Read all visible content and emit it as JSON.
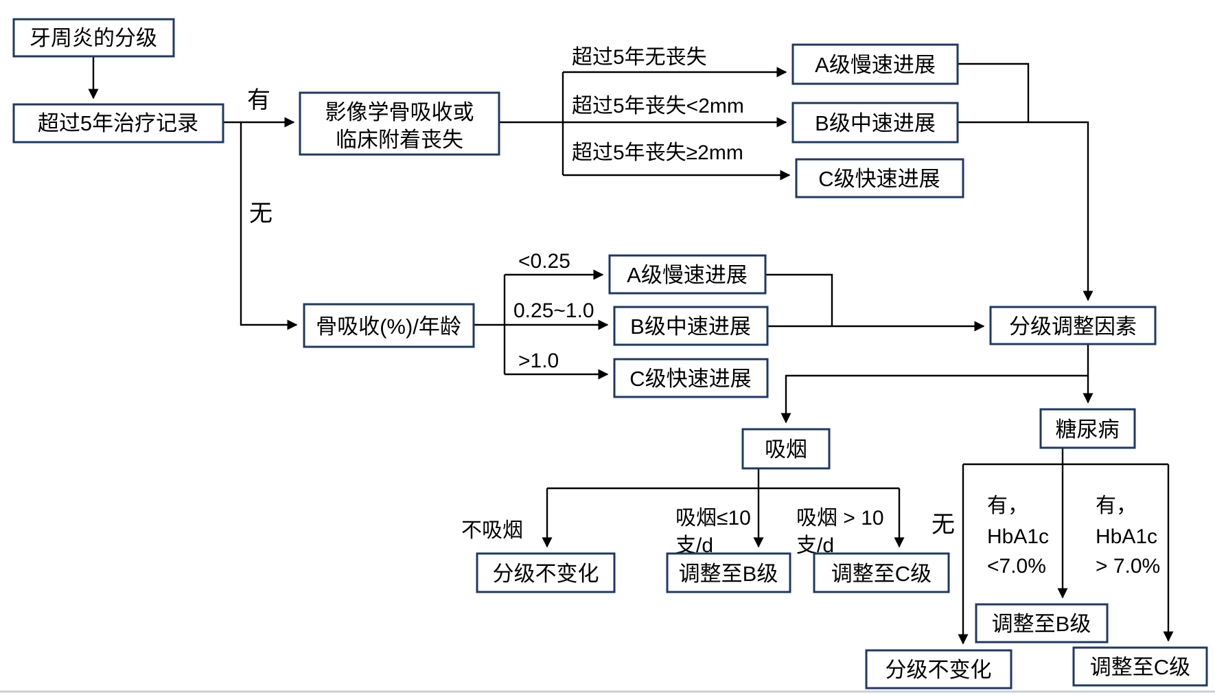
{
  "diagram_title": "牙周炎的分级",
  "colors": {
    "box_border": "#1f3864",
    "line": "#000000",
    "text": "#000000",
    "divider": "#c9ced6"
  },
  "nodes": {
    "title": {
      "label": "牙周炎的分级"
    },
    "record5y": {
      "label": "超过5年治疗记录"
    },
    "imaging": {
      "lines": [
        "影像学骨吸收或",
        "临床附着丧失"
      ]
    },
    "gradeA1": {
      "label": "A级慢速进展"
    },
    "gradeB1": {
      "label": "B级中速进展"
    },
    "gradeC1": {
      "label": "C级快速进展"
    },
    "boneloss": {
      "label": "骨吸收(%)/年龄"
    },
    "gradeA2": {
      "label": "A级慢速进展"
    },
    "gradeB2": {
      "label": "B级中速进展"
    },
    "gradeC2": {
      "label": "C级快速进展"
    },
    "modifiers": {
      "label": "分级调整因素"
    },
    "smoking": {
      "label": "吸烟"
    },
    "diabetes": {
      "label": "糖尿病"
    },
    "smoke_no_change": {
      "label": "分级不变化"
    },
    "smoke_b": {
      "label": "调整至B级"
    },
    "smoke_c": {
      "label": "调整至C级"
    },
    "diab_b": {
      "label": "调整至B级"
    },
    "diab_no_change": {
      "label": "分级不变化"
    },
    "diab_c": {
      "label": "调整至C级"
    }
  },
  "edge_labels": {
    "yes": "有",
    "no": "无",
    "no_loss_5y": "超过5年无丧失",
    "loss_lt_2mm": "超过5年丧失<2mm",
    "loss_ge_2mm": "超过5年丧失≥2mm",
    "ratio_lt_025": "<0.25",
    "ratio_025_10": "0.25~1.0",
    "ratio_gt_10": ">1.0",
    "non_smoker": "不吸烟",
    "smoke_le10_line1": "吸烟≤10",
    "smoke_le10_line2": "支/d",
    "smoke_gt10_line1": "吸烟 > 10",
    "smoke_gt10_line2": "支/d",
    "diab_none": "无",
    "diab_lt7_line1": "有，",
    "diab_lt7_line2": "HbA1c",
    "diab_lt7_line3": "<7.0%",
    "diab_gt7_line1": "有，",
    "diab_gt7_line2": "HbA1c",
    "diab_gt7_line3": "> 7.0%"
  }
}
